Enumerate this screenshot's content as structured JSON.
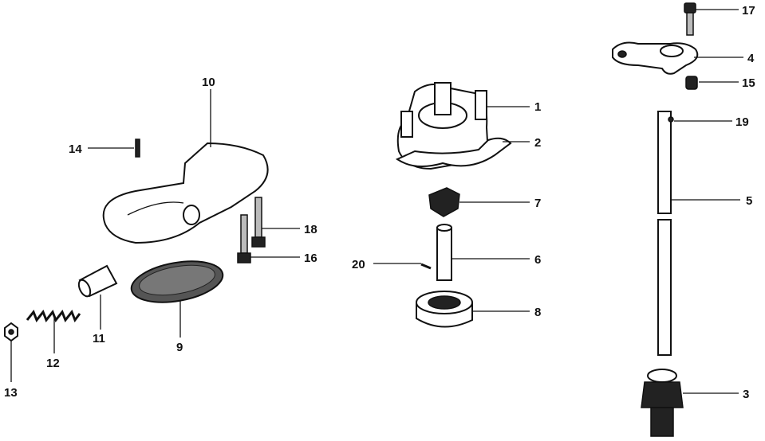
{
  "diagram": {
    "title": "Oil pump exploded parts diagram",
    "callouts": [
      {
        "id": "17",
        "label": "17"
      },
      {
        "id": "4",
        "label": "4"
      },
      {
        "id": "15",
        "label": "15"
      },
      {
        "id": "1",
        "label": "1"
      },
      {
        "id": "2",
        "label": "2"
      },
      {
        "id": "19",
        "label": "19"
      },
      {
        "id": "10",
        "label": "10"
      },
      {
        "id": "14",
        "label": "14"
      },
      {
        "id": "7",
        "label": "7"
      },
      {
        "id": "5",
        "label": "5"
      },
      {
        "id": "18",
        "label": "18"
      },
      {
        "id": "16",
        "label": "16"
      },
      {
        "id": "20",
        "label": "20"
      },
      {
        "id": "6",
        "label": "6"
      },
      {
        "id": "8",
        "label": "8"
      },
      {
        "id": "11",
        "label": "11"
      },
      {
        "id": "12",
        "label": "12"
      },
      {
        "id": "9",
        "label": "9"
      },
      {
        "id": "13",
        "label": "13"
      },
      {
        "id": "3",
        "label": "3"
      }
    ]
  }
}
